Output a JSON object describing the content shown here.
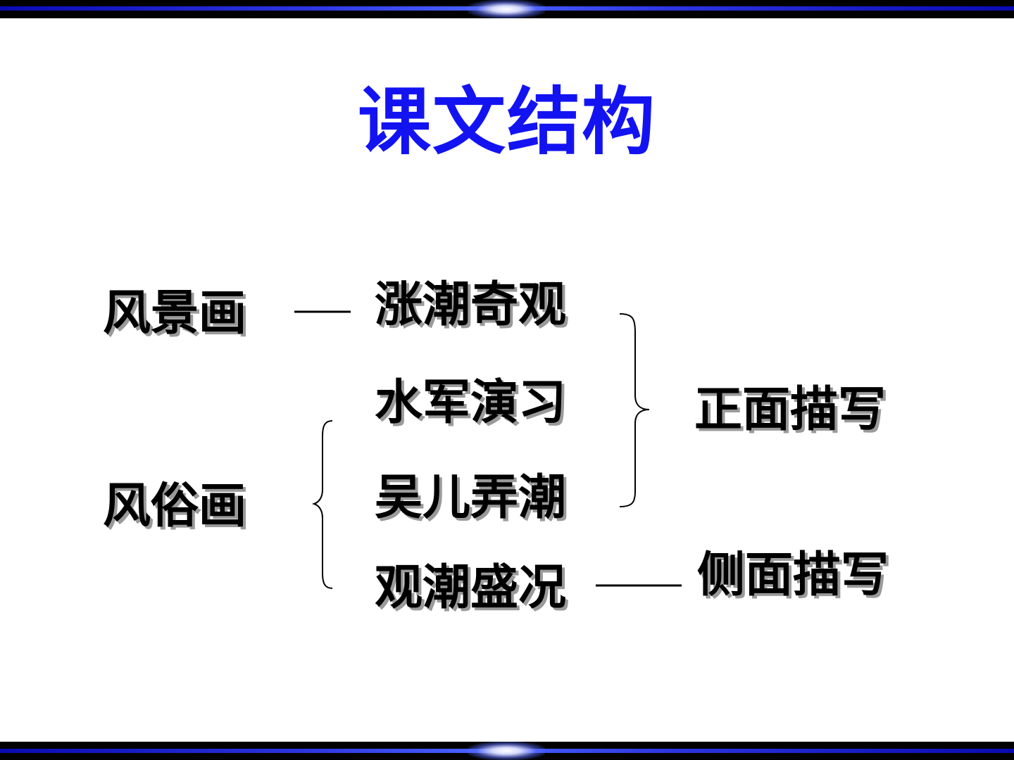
{
  "slide": {
    "title": "课文结构"
  },
  "structure": {
    "left": {
      "landscape": "风景画",
      "custom": "风俗画"
    },
    "middle": {
      "item1": "涨潮奇观",
      "item2": "水军演习",
      "item3": "吴儿弄潮",
      "item4": "观潮盛况"
    },
    "right": {
      "direct": "正面描写",
      "indirect": "侧面描写"
    }
  },
  "colors": {
    "title": "#1313f2",
    "band_line": "#2c35e0",
    "text": "#000000",
    "text_shadow": "#9a9a9a"
  }
}
